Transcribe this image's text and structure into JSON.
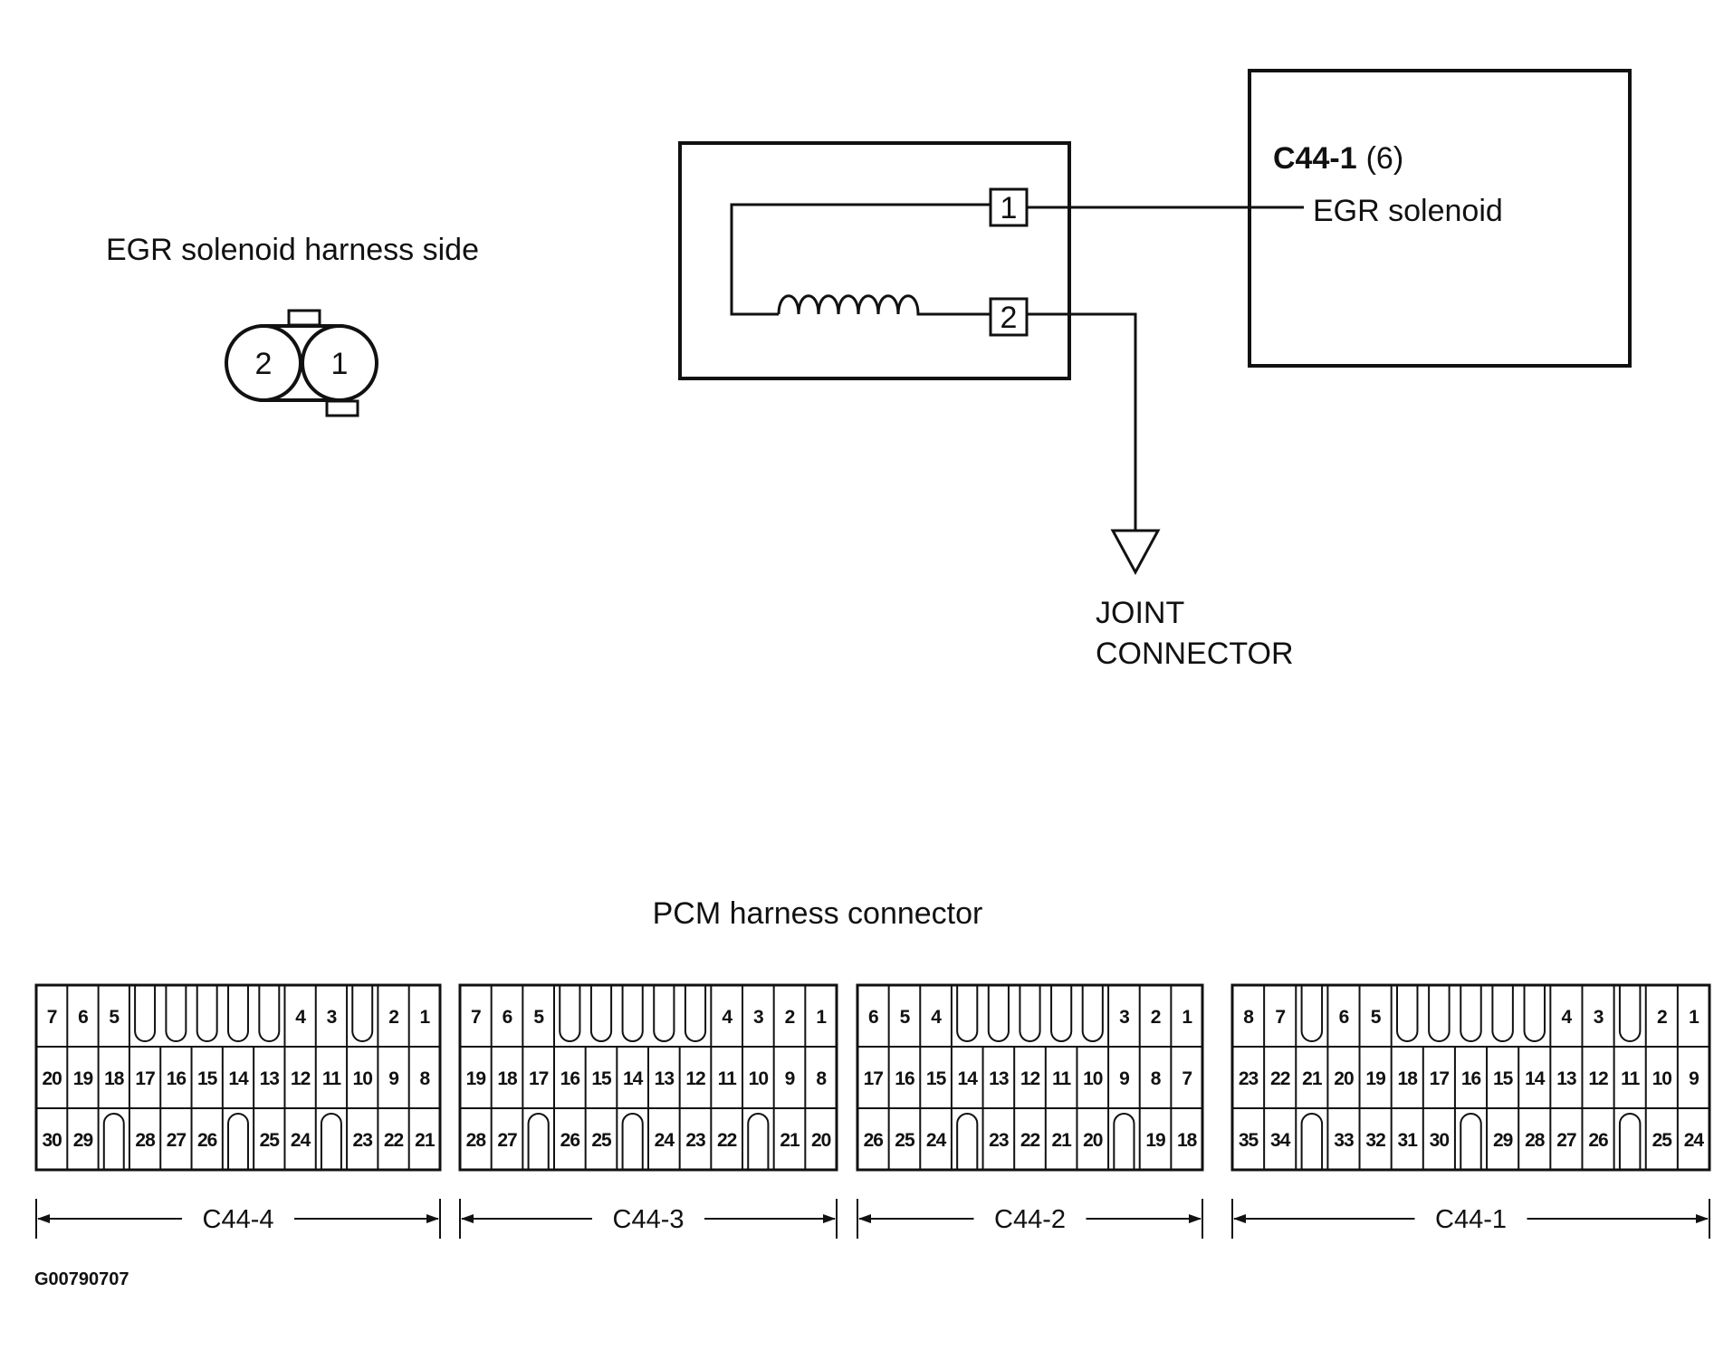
{
  "labels": {
    "harness_side": "EGR solenoid harness side",
    "connector_id": "C44-1",
    "connector_pin": "(6)",
    "component": "EGR solenoid",
    "joint_line1": "JOINT",
    "joint_line2": "CONNECTOR",
    "pcm_title": "PCM harness connector",
    "figure_code": "G00790707"
  },
  "harness_pins": [
    "2",
    "1"
  ],
  "solenoid_pins": [
    "1",
    "2"
  ],
  "connectors": [
    {
      "name": "C44-4",
      "cols": 13,
      "rows": [
        [
          "7",
          "6",
          "5",
          "",
          "",
          "",
          "",
          "",
          "4",
          "3",
          "",
          "2",
          "1"
        ],
        [
          "20",
          "19",
          "18",
          "17",
          "16",
          "15",
          "14",
          "13",
          "12",
          "11",
          "10",
          "9",
          "8"
        ],
        [
          "30",
          "29",
          "",
          "28",
          "27",
          "26",
          "",
          "25",
          "24",
          "",
          "23",
          "22",
          "21"
        ]
      ]
    },
    {
      "name": "C44-3",
      "cols": 12,
      "rows": [
        [
          "7",
          "6",
          "5",
          "",
          "",
          "",
          "",
          "",
          "4",
          "3",
          "2",
          "1"
        ],
        [
          "19",
          "18",
          "17",
          "16",
          "15",
          "14",
          "13",
          "12",
          "11",
          "10",
          "9",
          "8"
        ],
        [
          "28",
          "27",
          "",
          "26",
          "25",
          "",
          "24",
          "23",
          "22",
          "",
          "21",
          "20"
        ]
      ]
    },
    {
      "name": "C44-2",
      "cols": 11,
      "rows": [
        [
          "6",
          "5",
          "4",
          "",
          "",
          "",
          "",
          "",
          "3",
          "2",
          "1"
        ],
        [
          "17",
          "16",
          "15",
          "14",
          "13",
          "12",
          "11",
          "10",
          "9",
          "8",
          "7"
        ],
        [
          "26",
          "25",
          "24",
          "",
          "23",
          "22",
          "21",
          "20",
          "",
          "19",
          "18"
        ]
      ]
    },
    {
      "name": "C44-1",
      "cols": 15,
      "rows": [
        [
          "8",
          "7",
          "",
          "6",
          "5",
          "",
          "",
          "",
          "",
          "",
          "4",
          "3",
          "",
          "2",
          "1"
        ],
        [
          "23",
          "22",
          "21",
          "20",
          "19",
          "18",
          "17",
          "16",
          "15",
          "14",
          "13",
          "12",
          "11",
          "10",
          "9"
        ],
        [
          "35",
          "34",
          "",
          "33",
          "32",
          "31",
          "30",
          "",
          "29",
          "28",
          "27",
          "26",
          "",
          "25",
          "24"
        ]
      ]
    }
  ]
}
